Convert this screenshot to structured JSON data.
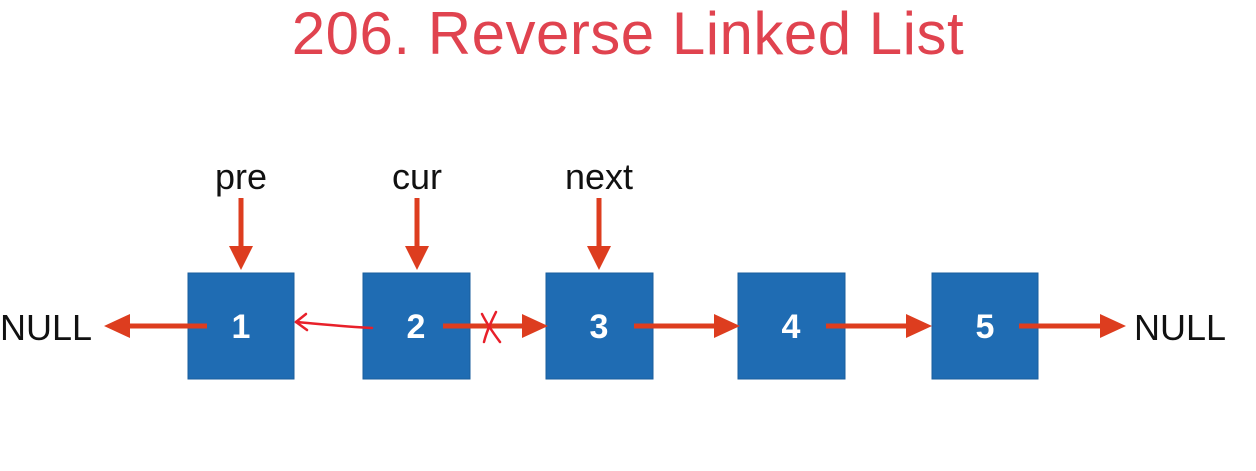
{
  "title": "206. Reverse Linked List",
  "pointers": [
    "pre",
    "cur",
    "next"
  ],
  "nodes": [
    "1",
    "2",
    "3",
    "4",
    "5"
  ],
  "null_left": "NULL",
  "null_right": "NULL",
  "colors": {
    "title": "#e0434f",
    "node_fill": "#1f6cb3",
    "arrow": "#dd3d1f",
    "annotation": "#e8202a"
  }
}
